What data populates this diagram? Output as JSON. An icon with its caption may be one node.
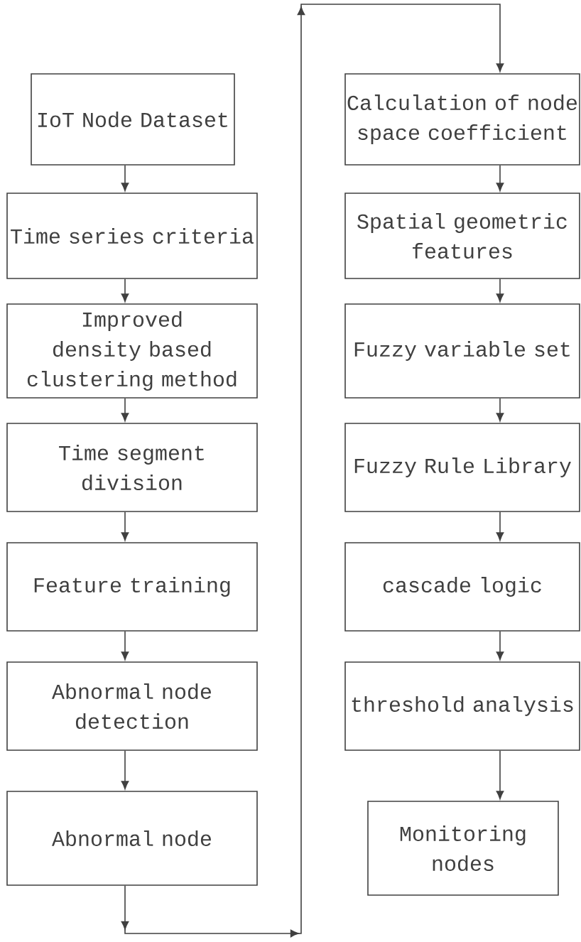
{
  "diagram": {
    "nodes": [
      {
        "text": [
          "IoT Node Dataset"
        ]
      },
      {
        "text": [
          "Time series criteria"
        ]
      },
      {
        "text": [
          "Improved density based clustering method"
        ]
      },
      {
        "text": [
          "Time segment division"
        ]
      },
      {
        "text": [
          "Feature training"
        ]
      },
      {
        "text": [
          "Abnormal node detection"
        ]
      },
      {
        "text": [
          "Abnormal node"
        ]
      },
      {
        "text": [
          "Calculation of node space coefficient"
        ]
      },
      {
        "text": [
          "Spatial geometric features"
        ]
      },
      {
        "text": [
          "Fuzzy variable set"
        ]
      },
      {
        "text": [
          "Fuzzy Rule Library"
        ]
      },
      {
        "text": [
          "cascade logic"
        ]
      },
      {
        "text": [
          "threshold analysis"
        ]
      },
      {
        "text": [
          "Monitoring nodes"
        ]
      }
    ],
    "edges": [
      {
        "from": 0,
        "to": 1,
        "arrow": "to"
      },
      {
        "from": 1,
        "to": 2,
        "arrow": "to"
      },
      {
        "from": 2,
        "to": 3,
        "arrow": "to"
      },
      {
        "from": 3,
        "to": 4,
        "arrow": "to"
      },
      {
        "from": 4,
        "to": 5,
        "arrow": "to"
      },
      {
        "from": 5,
        "to": 6,
        "arrow": "to"
      },
      {
        "from": 6,
        "to": 7,
        "arrow": "to"
      },
      {
        "from": 7,
        "to": 8,
        "arrow": "to"
      },
      {
        "from": 8,
        "to": 9,
        "arrow": "to"
      },
      {
        "from": 9,
        "to": 10,
        "arrow": "to"
      },
      {
        "from": 10,
        "to": 11,
        "arrow": "to"
      },
      {
        "from": 11,
        "to": 12,
        "arrow": "to"
      },
      {
        "from": 12,
        "to": 13,
        "arrow": "to"
      }
    ]
  }
}
